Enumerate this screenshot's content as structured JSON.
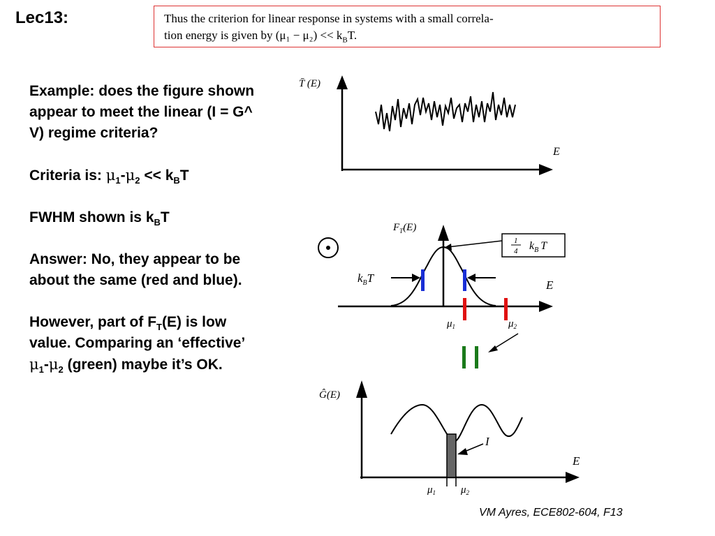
{
  "slide": {
    "title": "Lec13:",
    "quote": {
      "line1": "Thus the criterion for linear response in systems with a small correla-",
      "line2": "tion energy is given by (μ₁ − μ₂) << k",
      "line2_sub": "B",
      "line2_end": "T."
    },
    "example": {
      "text": "Example: does the figure shown appear to meet the linear (I = G^ V) regime criteria?"
    },
    "criteria": {
      "prefix": "Criteria is: ",
      "mu": "μ",
      "sub1": "1",
      "dash": "-",
      "sub2": "2",
      "compare": " << k",
      "subB": "B",
      "end": "T"
    },
    "fwhm": {
      "prefix": "FWHM shown is k",
      "subB": "B",
      "end": "T"
    },
    "answer": {
      "text": "Answer: No, they appear to be about the same (red and blue)."
    },
    "however": {
      "line1": "However, part of F",
      "subT": "T",
      "line1_end": "(E) is low value.  Comparing an ‘effective’ ",
      "mu": "μ",
      "sub1": "1",
      "dash": "-",
      "sub2": "2",
      "line2_end": " (green) maybe it’s OK."
    },
    "footer": "VM Ayres, ECE802-604, F13"
  },
  "figures": {
    "top": {
      "ylabel": "T̄ (E)",
      "xlabel": "E"
    },
    "middle": {
      "ylabel_main": "F",
      "ylabel_sub": "T",
      "ylabel_end": "(E)",
      "xlabel": "E",
      "kbt_left_main": "k",
      "kbt_left_sub": "B",
      "kbt_left_end": "T",
      "box_num": "1",
      "box_den": "4",
      "box_kbt_main": "k",
      "box_kbt_sub": "B",
      "box_kbt_end": "T",
      "mu1_main": "μ",
      "mu1_sub": "1",
      "mu2_main": "μ",
      "mu2_sub": "2",
      "dot_symbol": "⊙"
    },
    "bottom": {
      "ylabel": "Ĝ(E)",
      "xlabel": "E",
      "current_label": "I",
      "mu1_main": "μ",
      "mu1_sub": "1",
      "mu2_main": "μ",
      "mu2_sub": "2"
    },
    "colors": {
      "blue": "#1a2fd6",
      "red": "#e01010",
      "green": "#1a7a1a",
      "quote_border": "#d33333"
    }
  }
}
